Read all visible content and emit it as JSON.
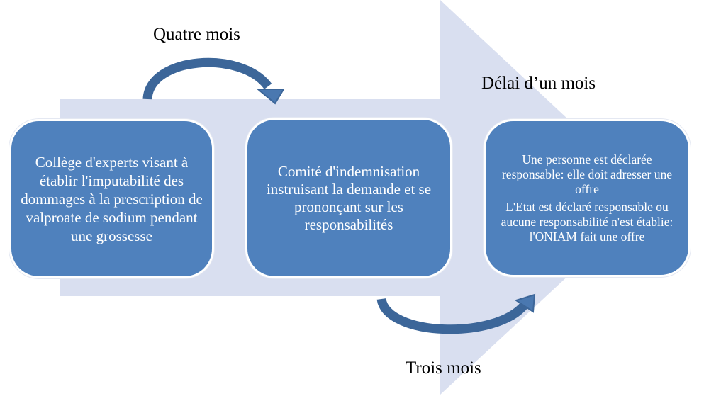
{
  "labels": {
    "top_arrow": "Quatre mois",
    "bottom_arrow": "Trois mois",
    "right": "Délai d’un mois"
  },
  "steps": [
    {
      "text": "Collège d'experts visant à établir l'imputabilité des dommages à la prescription de valproate de sodium pendant une grossesse"
    },
    {
      "text": "Comité d'indemnisation instruisant la demande et se prononçant sur les responsabilités"
    },
    {
      "paragraphs": [
        "Une personne est déclarée responsable: elle doit adresser une offre",
        "L'Etat est déclaré responsable ou aucune responsabilité n'est établie: l'ONIAM fait une offre"
      ]
    }
  ],
  "colors": {
    "arrow_bg": "#d9dff0",
    "box": "#4f81bd",
    "curve": "#3c6699"
  }
}
